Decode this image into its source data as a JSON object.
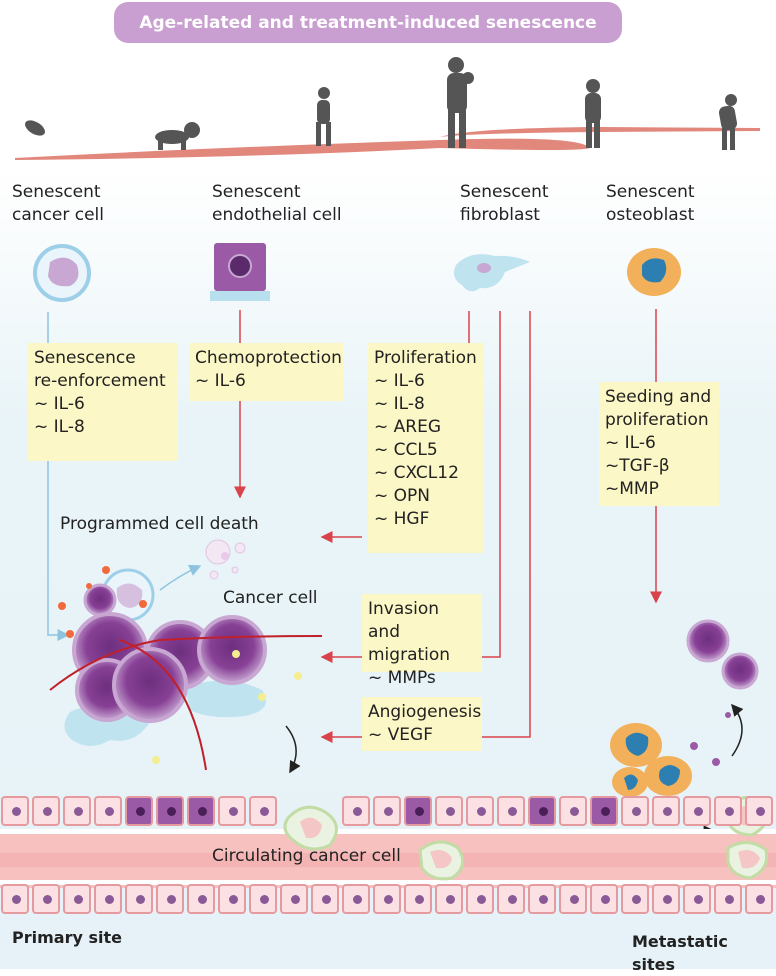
{
  "banner": "Age-related and treatment-induced senescence",
  "cell_types": {
    "cancer": "Senescent\ncancer cell",
    "endothelial": "Senescent\nendothelial cell",
    "fibroblast": "Senescent\nfibroblast",
    "osteoblast": "Senescent\nosteoblast"
  },
  "boxes": {
    "reenforcement": "Senescence\nre-enforcement\n~ IL-6\n~ IL-8",
    "chemoprotection": "Chemoprotection\n~ IL-6",
    "proliferation": "Proliferation\n~ IL-6\n~ IL-8\n~ AREG\n~ CCL5\n~ CXCL12\n~ OPN\n~ HGF",
    "invasion": "Invasion and\nmigration\n~ MMPs",
    "angiogenesis": "Angiogenesis\n~ VEGF",
    "seeding": "Seeding and\nproliferation\n~ IL-6\n~TGF-β\n~MMP"
  },
  "labels": {
    "programmed_death": "Programmed cell death",
    "cancer_cell": "Cancer cell",
    "circulating": "Circulating cancer cell",
    "primary_site": "Primary site",
    "metastatic_sites": "Metastatic sites"
  },
  "colors": {
    "banner": "#c99ed0",
    "box": "#fbf7c6",
    "arrow_red": "#d9434b",
    "arrow_blue": "#8cc4e0",
    "vessel": "#f2b6b8",
    "cancer_cell": "#9b5aa6"
  }
}
